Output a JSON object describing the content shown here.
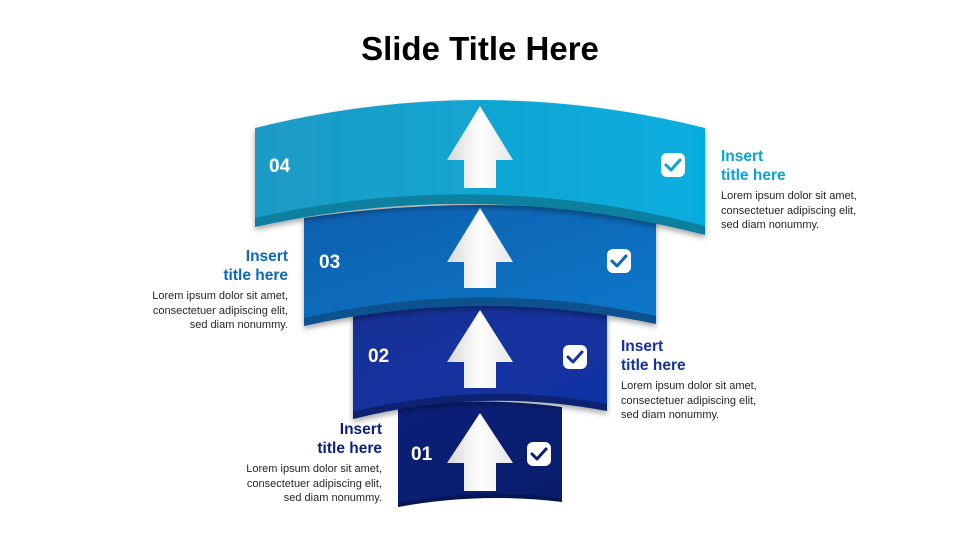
{
  "slide": {
    "title": "Slide Title Here"
  },
  "steps": [
    {
      "number": "01",
      "color": "#0a1f7a",
      "dark": "#061553",
      "icon": "check-icon"
    },
    {
      "number": "02",
      "color": "#14329c",
      "dark": "#0d2370",
      "icon": "check-icon"
    },
    {
      "number": "03",
      "color": "#0a69b8",
      "dark": "#07518f",
      "icon": "check-icon"
    },
    {
      "number": "04",
      "color": "#0aa3d0",
      "dark": "#07809f",
      "icon": "check-icon"
    }
  ],
  "callouts": {
    "c01": {
      "title_line1": "Insert",
      "title_line2": "title here",
      "body_line1": "Lorem ipsum dolor sit amet,",
      "body_line2": "consectetuer adipiscing elit,",
      "body_line3": "sed diam nonummy.",
      "color": "#0a1f7a"
    },
    "c02": {
      "title_line1": "Insert",
      "title_line2": "title here",
      "body_line1": "Lorem ipsum dolor sit amet,",
      "body_line2": "consectetuer adipiscing elit,",
      "body_line3": "sed diam nonummy.",
      "color": "#14329c"
    },
    "c03": {
      "title_line1": "Insert",
      "title_line2": "title here",
      "body_line1": "Lorem ipsum dolor sit amet,",
      "body_line2": "consectetuer adipiscing elit,",
      "body_line3": "sed diam nonummy.",
      "color": "#0a69b8"
    },
    "c04": {
      "title_line1": "Insert",
      "title_line2": "title here",
      "body_line1": "Lorem ipsum dolor sit amet,",
      "body_line2": "consectetuer adipiscing elit,",
      "body_line3": "sed diam nonummy.",
      "color": "#0aa3d0"
    }
  }
}
